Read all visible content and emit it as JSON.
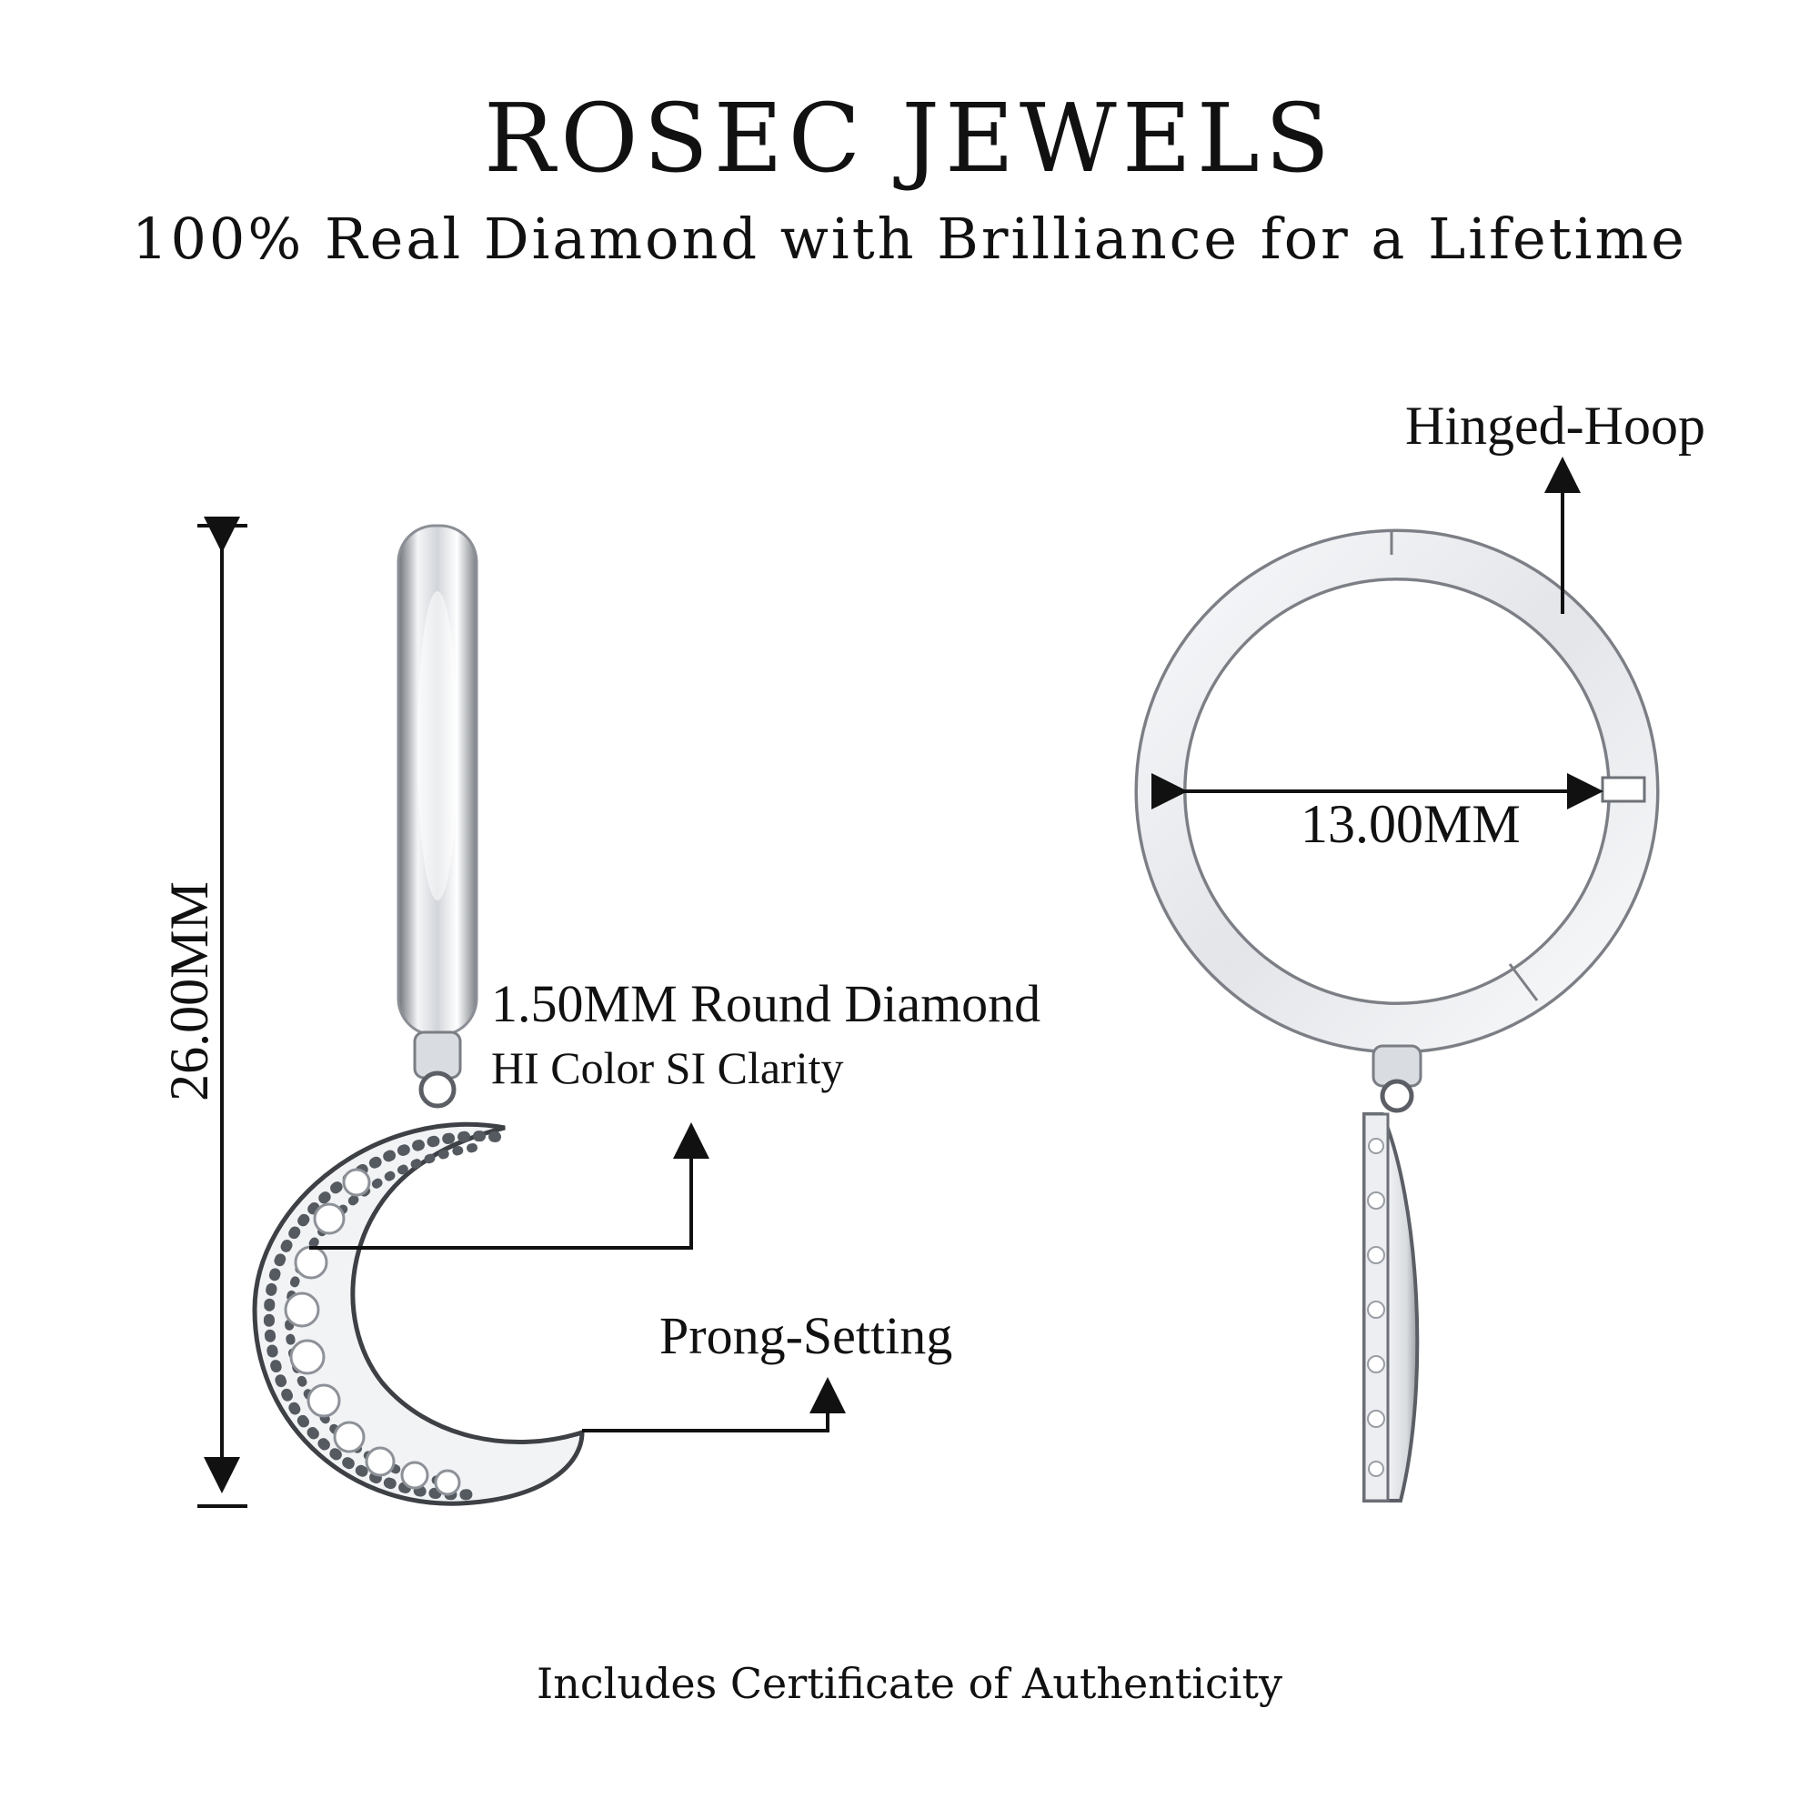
{
  "header": {
    "brand": "ROSEC JEWELS",
    "tagline": "100% Real Diamond with Brilliance for a Lifetime"
  },
  "annotations": {
    "hinge": "Hinged-Hoop",
    "hoop_diameter": "13.00MM",
    "total_length": "26.00MM",
    "diamond_size": "1.50MM Round Diamond",
    "diamond_quality": "HI Color SI Clarity",
    "setting": "Prong-Setting"
  },
  "footer": {
    "certificate": "Includes Certificate of Authenticity"
  },
  "colors": {
    "background": "#ffffff",
    "text": "#111111",
    "metal": "#c9ccd1",
    "metal_dark": "#4a4d52"
  }
}
